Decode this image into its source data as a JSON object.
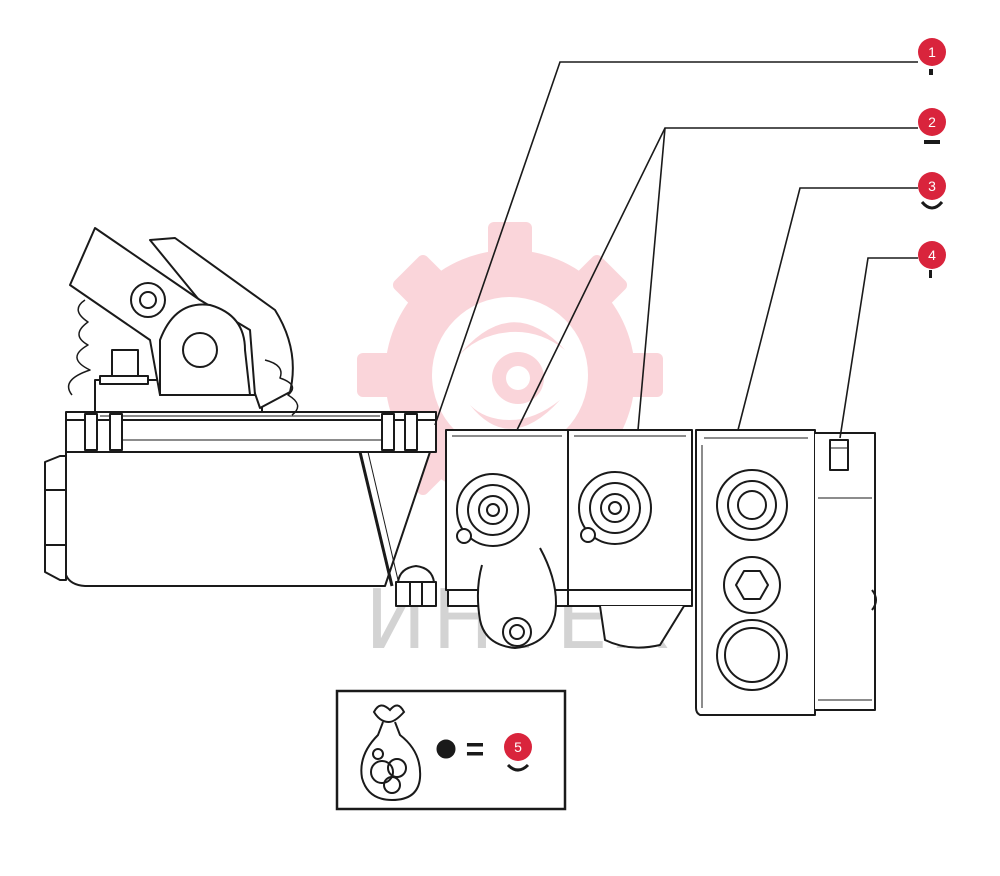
{
  "colors": {
    "line": "#1a1a1a",
    "callout": "#d9243c",
    "watermark_gear": "#f6b3bc",
    "watermark_text": "#c9c9c9",
    "background": "#ffffff"
  },
  "watermark": {
    "text": "ИНТЕХ",
    "icon": "gear-logo-icon"
  },
  "callouts": [
    {
      "id": "1",
      "label": "1"
    },
    {
      "id": "2",
      "label": "2"
    },
    {
      "id": "3",
      "label": "3"
    },
    {
      "id": "4",
      "label": "4"
    }
  ],
  "kit_box": {
    "icon": "parts-bag-icon",
    "equals": "=",
    "callout_label": "5"
  }
}
